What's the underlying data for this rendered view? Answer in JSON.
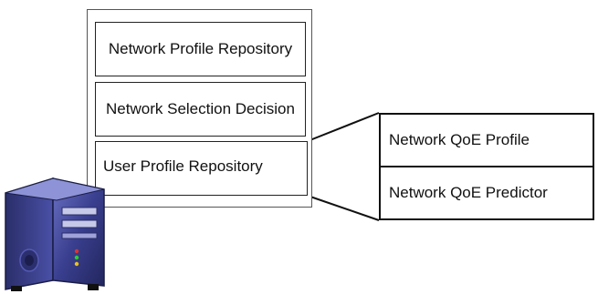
{
  "stack": {
    "items": [
      "Network Profile Repository",
      "Network Selection Decision",
      "User Profile Repository"
    ]
  },
  "detail": {
    "items": [
      "Network QoE Profile",
      "Network QoE Predictor"
    ]
  },
  "icons": [
    "server-icon"
  ],
  "colors": {
    "server_body": "#3a3f8f",
    "server_dark": "#22265e",
    "server_light": "#8d93d6",
    "border": "#111111"
  }
}
